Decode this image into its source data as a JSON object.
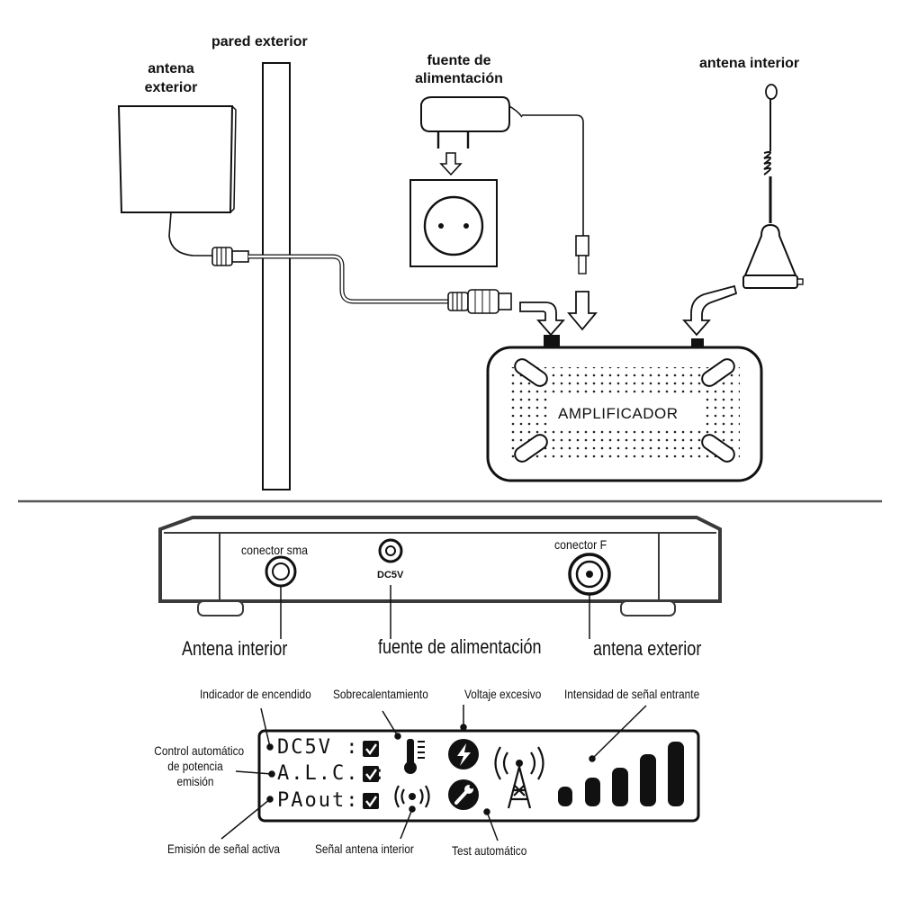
{
  "labels": {
    "pared_exterior": "pared exterior",
    "antena_exterior_top": "antena",
    "antena_exterior_bottom": "exterior",
    "fuente_top": "fuente de",
    "fuente_bottom": "alimentación",
    "antena_interior": "antena interior",
    "amplificador": "AMPLIFICADOR"
  },
  "back_panel": {
    "conector_sma": "conector sma",
    "dc5v": "DC5V",
    "conector_f": "conector F",
    "antena_interior": "Antena interior",
    "fuente": "fuente de alimentación",
    "antena_exterior": "antena exterior"
  },
  "display": {
    "rows": [
      "DC5V :",
      "A.L.C. :",
      "PAout:"
    ],
    "annotations": {
      "indicador": "Indicador de encendido",
      "sobrecalentamiento": "Sobrecalentamiento",
      "voltaje": "Voltaje excesivo",
      "intensidad": "Intensidad de señal entrante",
      "control_1": "Control automático",
      "control_2": "de potencia",
      "control_3": "emisión",
      "emision_activa": "Emisión de señal activa",
      "senal_antena": "Señal antena interior",
      "test": "Test automático"
    },
    "signal_levels": 5
  },
  "colors": {
    "ink": "#111111",
    "panel_gray": "#3a3a3a",
    "divider": "#555555"
  }
}
